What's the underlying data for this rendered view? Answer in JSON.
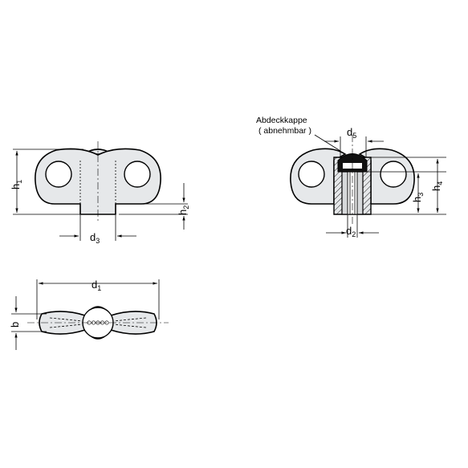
{
  "labels": {
    "h1": {
      "main": "h",
      "sub": "1"
    },
    "h2": {
      "main": "h",
      "sub": "2"
    },
    "h3": {
      "main": "h",
      "sub": "3"
    },
    "h4": {
      "main": "h",
      "sub": "4"
    },
    "d1": {
      "main": "d",
      "sub": "1"
    },
    "d2": {
      "main": "d",
      "sub": "2"
    },
    "d3": {
      "main": "d",
      "sub": "3"
    },
    "d5": {
      "main": "d",
      "sub": "5"
    },
    "b": "b"
  },
  "annotation": {
    "line1": "Abdeckkappe",
    "line2": "( abnehmbar )"
  },
  "colors": {
    "body_fill": "#e6e8ea",
    "cap_fill": "#111111",
    "line": "#000000"
  }
}
